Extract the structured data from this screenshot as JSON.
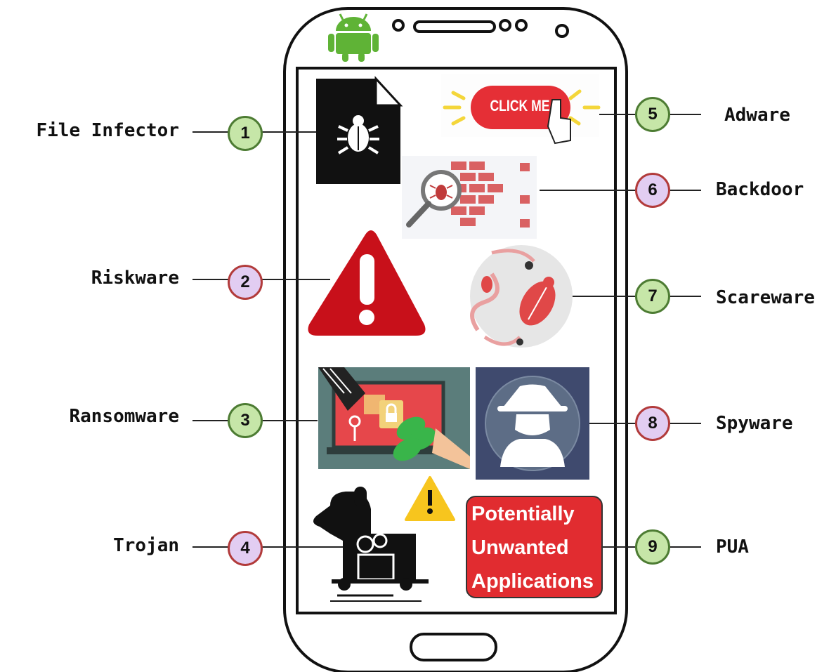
{
  "labels_left": [
    {
      "num": "1",
      "text": "File Infector",
      "badge": "green"
    },
    {
      "num": "2",
      "text": "Riskware",
      "badge": "purple"
    },
    {
      "num": "3",
      "text": "Ransomware",
      "badge": "green"
    },
    {
      "num": "4",
      "text": "Trojan",
      "badge": "purple"
    }
  ],
  "labels_right": [
    {
      "num": "5",
      "text": "Adware",
      "badge": "green"
    },
    {
      "num": "6",
      "text": "Backdoor",
      "badge": "purple"
    },
    {
      "num": "7",
      "text": "Scareware",
      "badge": "green"
    },
    {
      "num": "8",
      "text": "Spyware",
      "badge": "purple"
    },
    {
      "num": "9",
      "text": "PUA",
      "badge": "green"
    }
  ],
  "adware_button_text": "CLICK ME",
  "pua_lines": [
    "Potentially",
    "Unwanted",
    "Applications"
  ],
  "colors": {
    "badge_green": "#c6e6a8",
    "badge_purple": "#e2cdf2",
    "alert_red": "#c8101a",
    "pua_red": "#e12c30",
    "android_green": "#5fb336"
  },
  "icons": [
    "android-icon",
    "file-bug-icon",
    "click-me-icon",
    "backdoor-icon",
    "warning-icon",
    "bugs-icon",
    "ransomware-icon",
    "spy-icon",
    "small-warning-icon",
    "trojan-horse-icon",
    "pua-icon"
  ]
}
